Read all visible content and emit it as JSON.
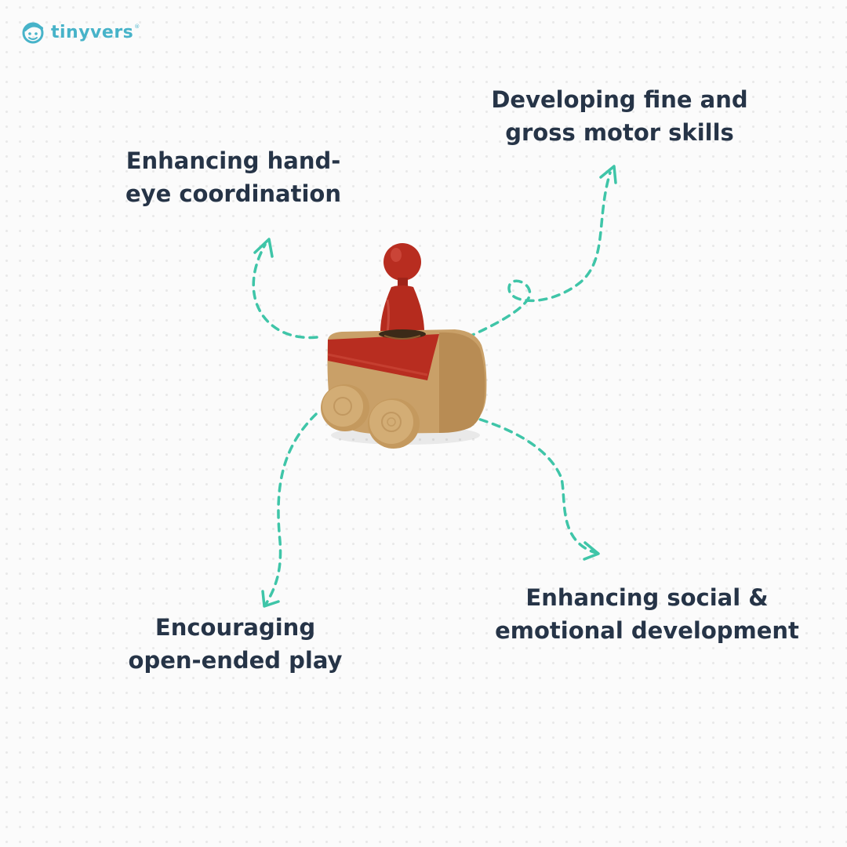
{
  "brand": {
    "name": "tinyvers",
    "registered_mark": "®",
    "logo_icon": "child-face-logo-icon",
    "color": "#47b3c9"
  },
  "benefits": [
    {
      "line1": "Enhancing hand-",
      "line2": "eye coordination"
    },
    {
      "line1": "Developing fine and",
      "line2": "gross motor skills"
    },
    {
      "line1": "Encouraging",
      "line2": "open-ended play"
    },
    {
      "line1": "Enhancing social &",
      "line2": "emotional development"
    }
  ],
  "product": {
    "image": "wooden-push-car-toy-icon"
  },
  "colors": {
    "text": "#263447",
    "arrow": "#3fc5a8",
    "toy_red": "#b82d20",
    "toy_wood": "#c9a068"
  }
}
